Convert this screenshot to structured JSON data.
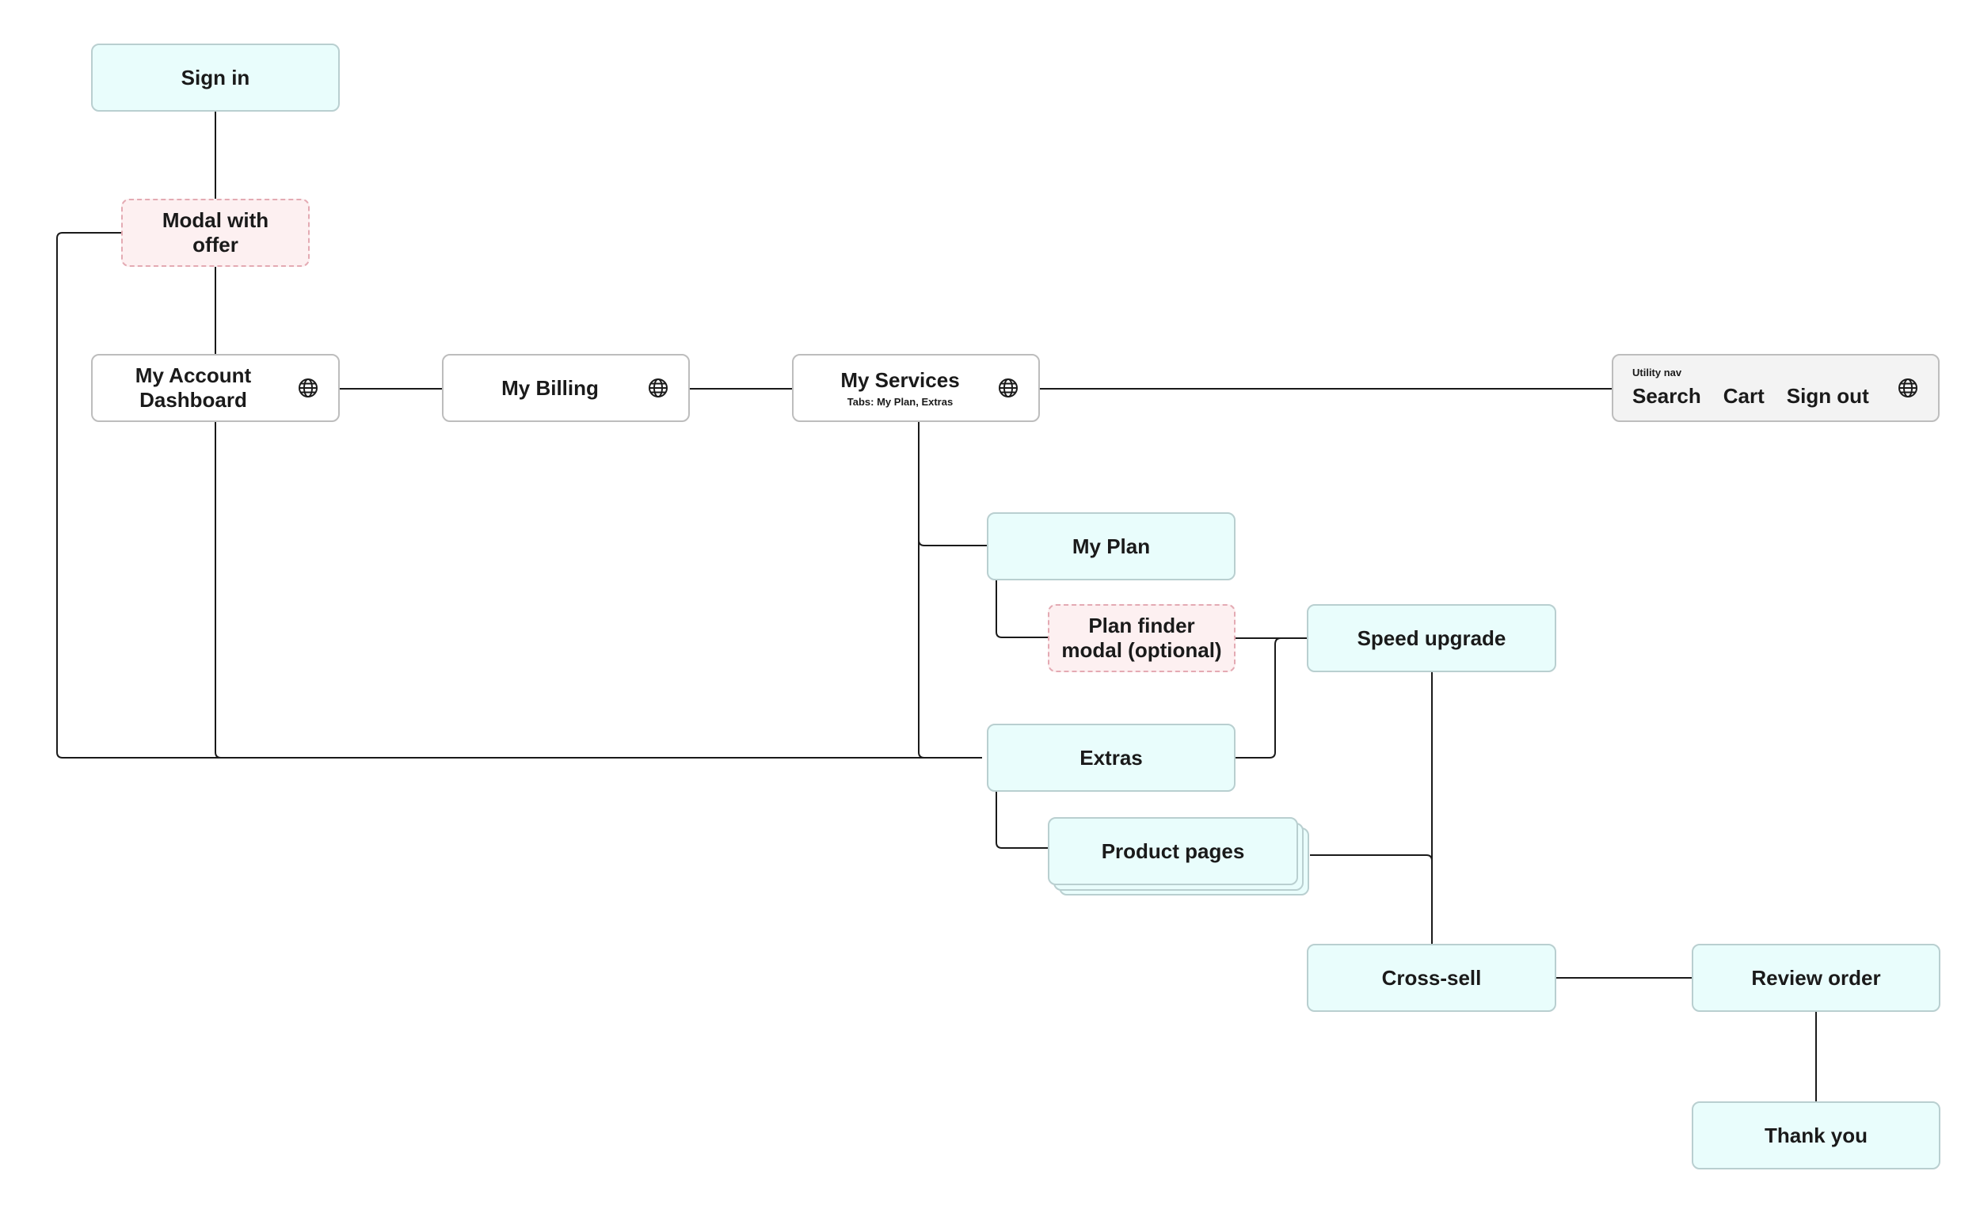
{
  "nodes": {
    "sign_in": "Sign in",
    "modal_offer": "Modal with offer",
    "account_dashboard": "My Account Dashboard",
    "billing": "My Billing",
    "services": {
      "label": "My Services",
      "subtitle": "Tabs: My Plan, Extras"
    },
    "utility_nav": {
      "caption": "Utility nav",
      "links": [
        "Search",
        "Cart",
        "Sign out"
      ]
    },
    "my_plan": "My Plan",
    "plan_finder": "Plan finder modal (optional)",
    "speed_upgrade": "Speed upgrade",
    "extras": "Extras",
    "product_pages": "Product pages",
    "cross_sell": "Cross-sell",
    "review_order": "Review order",
    "thank_you": "Thank you"
  },
  "icons": {
    "nav_icon": "globe-icon"
  },
  "colors": {
    "page_fill": "#e9fdfc",
    "page_border": "#b9cfd0",
    "modal_fill": "#fdf0f1",
    "modal_border": "#e4aab3",
    "nav_fill": "#ffffff",
    "utility_fill": "#f3f3f3",
    "connector": "#1a1a1a"
  }
}
